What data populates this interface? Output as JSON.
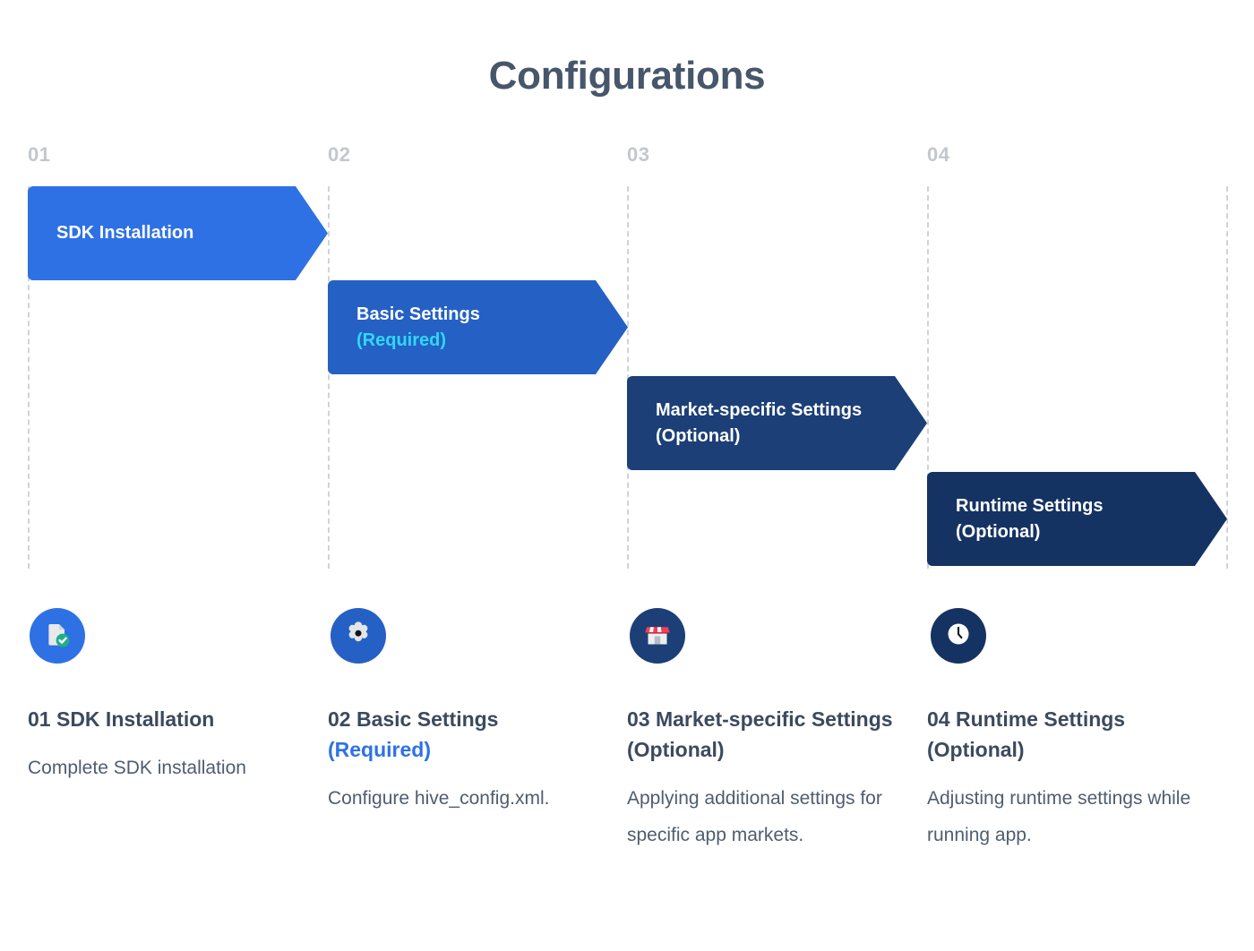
{
  "title": "Configurations",
  "colors": {
    "title": "#47566b",
    "arrow_1": "#2e71e5",
    "arrow_2": "#2560c4",
    "arrow_3": "#1c3f77",
    "arrow_4": "#153362",
    "required_cyan": "#2fd8f7",
    "required_blue": "#2e71e5",
    "guide_line": "#cfd3d9",
    "step_number": "#c3c7cd",
    "body_text": "#4e5d70"
  },
  "steps": [
    {
      "number": "01",
      "banner_title": "SDK Installation",
      "banner_sub": "",
      "banner_sub_style": "none",
      "icon": "document-check-icon",
      "caption_heading": "01 SDK Installation",
      "caption_heading_tag": "",
      "caption_body": "Complete SDK installation"
    },
    {
      "number": "02",
      "banner_title": "Basic Settings",
      "banner_sub": "(Required)",
      "banner_sub_style": "cyan",
      "icon": "gear-icon",
      "caption_heading": "02 Basic Settings",
      "caption_heading_tag": "(Required)",
      "caption_body": "Configure hive_config.xml."
    },
    {
      "number": "03",
      "banner_title": "Market-specific Settings",
      "banner_sub": "(Optional)",
      "banner_sub_style": "white",
      "icon": "storefront-icon",
      "caption_heading": "03 Market-specific Settings (Optional)",
      "caption_heading_tag": "",
      "caption_body": "Applying additional settings for specific app markets."
    },
    {
      "number": "04",
      "banner_title": "Runtime Settings",
      "banner_sub": "(Optional)",
      "banner_sub_style": "white",
      "icon": "clock-icon",
      "caption_heading": "04 Runtime Settings (Optional)",
      "caption_heading_tag": "",
      "caption_body": "Adjusting runtime settings while running app."
    }
  ]
}
